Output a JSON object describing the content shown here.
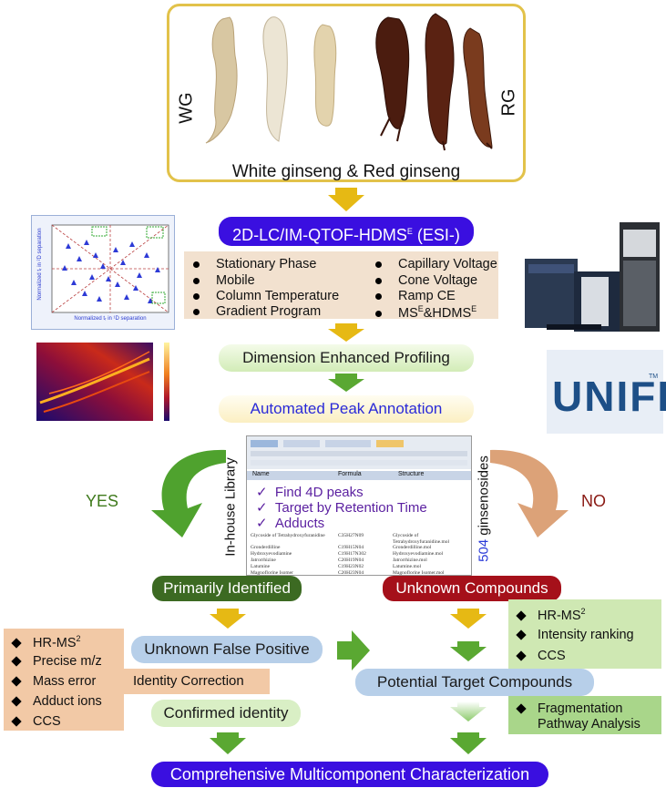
{
  "ginseng": {
    "wg_label": "WG",
    "rg_label": "RG",
    "caption": "White ginseng & Red ginseng"
  },
  "method": {
    "title": "2D-LC/IM-QTOF-HDMS",
    "title_sup": "E",
    "title_suffix": " (ESI-)",
    "params_left": [
      "Stationary Phase",
      "Mobile",
      "Column Temperature",
      "Gradient Program"
    ],
    "params_right": [
      "Capillary Voltage",
      "Cone Voltage",
      "Ramp CE"
    ],
    "params_right_last": {
      "a": "MS",
      "a_sup": "E",
      "b": "&HDMS",
      "b_sup": "E"
    }
  },
  "scatter_axes": {
    "ylabel": "Normalized tᵣ in ²D separation",
    "xlabel": "Normalized tᵣ in ¹D separation"
  },
  "steps": {
    "dimension": "Dimension Enhanced Profiling",
    "annotation": "Automated Peak Annotation"
  },
  "unifi": {
    "logo": "UNIFI",
    "tm": "TM"
  },
  "library": {
    "side_label": "In-house Library",
    "count": "504",
    "count_suffix": " ginsenosides",
    "checks": [
      "Find 4D peaks",
      "Target by Retention Time",
      "Adducts"
    ],
    "headers": [
      "Name",
      "Formula",
      "Structure"
    ],
    "rows": [
      [
        "Glycoside of Tetrahydroxyfuranidine",
        "C35H27N09",
        "Glycoside of Tetrahydroxyfuranidine.mol"
      ],
      [
        "Gronderdilline",
        "C19H15N04",
        "Gronderdilline.mol"
      ],
      [
        "Hydroxyevodiamine",
        "C19H17N302",
        "Hydroxyevodiamine.mol"
      ],
      [
        "Jatrorrhizine",
        "C20H19N04",
        "Jatrorrhizine.mol"
      ],
      [
        "Latumine",
        "C19H23N02",
        "Latumine.mol"
      ],
      [
        "Magnoflorine Isomer",
        "C20H23N04",
        "Magnoflorine Isomer.mol"
      ]
    ]
  },
  "branch": {
    "yes": "YES",
    "no": "NO"
  },
  "results": {
    "primarily": "Primarily Identified",
    "unknown": "Unknown Compounds",
    "false_positive": "Unknown False Positive",
    "identity_correction": "Identity Correction",
    "confirmed": "Confirmed identity",
    "potential": "Potential Target Compounds",
    "final": "Comprehensive Multicomponent Characterization"
  },
  "left_list": [
    {
      "text": "HR-MS",
      "sup": "2"
    },
    {
      "text": "Precise m/z",
      "sup": ""
    },
    {
      "text": "Mass error",
      "sup": ""
    },
    {
      "text": "Adduct ions",
      "sup": ""
    },
    {
      "text": "CCS",
      "sup": ""
    }
  ],
  "right_list": [
    {
      "text": "HR-MS",
      "sup": "2"
    },
    {
      "text": "Intensity ranking",
      "sup": ""
    },
    {
      "text": "CCS",
      "sup": ""
    }
  ],
  "fragmentation": [
    "Fragmentation",
    "Pathway Analysis"
  ],
  "colors": {
    "purple": "#3a0fe0",
    "arrow_yellow": "#e6b914",
    "arrow_green": "#5aa832",
    "dark_green": "#3c6a22",
    "dark_red": "#a5101a"
  }
}
